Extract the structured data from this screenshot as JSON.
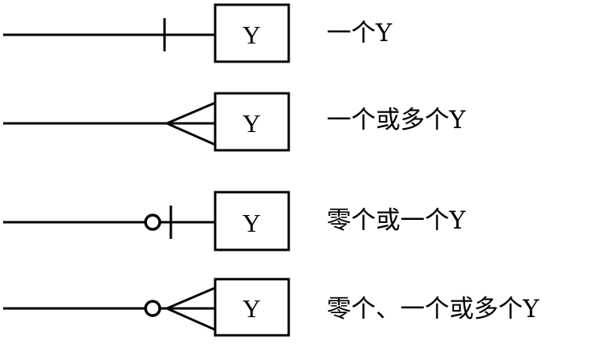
{
  "diagram": {
    "title": "ER cardinality notation",
    "entity_label": "Y",
    "rows": [
      {
        "symbol": "one",
        "entity": "Y",
        "description": "一个Y"
      },
      {
        "symbol": "one-or-many",
        "entity": "Y",
        "description": "一个或多个Y"
      },
      {
        "symbol": "zero-or-one",
        "entity": "Y",
        "description": "零个或一个Y"
      },
      {
        "symbol": "zero-one-or-many",
        "entity": "Y",
        "description": "零个、一个或多个Y"
      }
    ],
    "colors": {
      "stroke": "#000000",
      "background": "#ffffff"
    }
  }
}
